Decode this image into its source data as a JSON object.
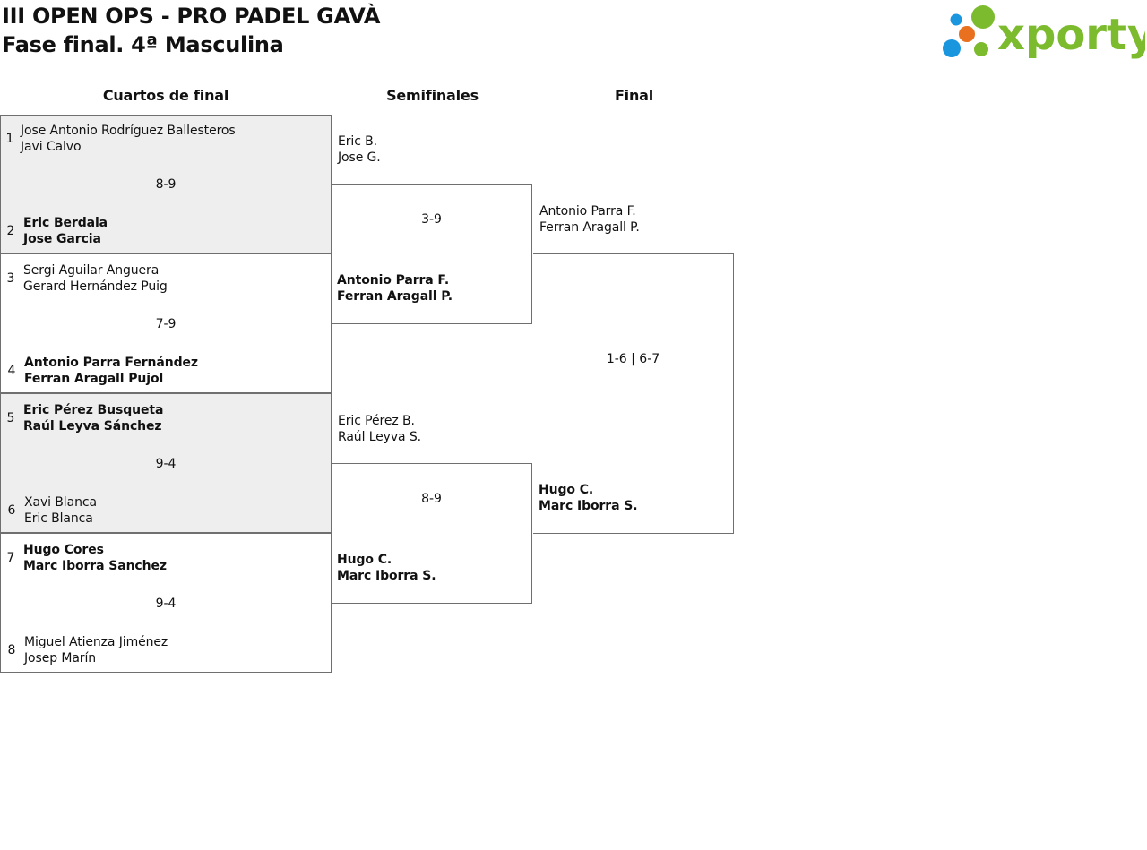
{
  "header": {
    "title": "III OPEN OPS - PRO PADEL GAVÀ",
    "subtitle": "Fase final. 4ª Masculina",
    "logo_text": "xporty"
  },
  "rounds": {
    "quarterfinals": "Cuartos de final",
    "semifinals": "Semifinales",
    "final": "Final"
  },
  "quarterfinals": [
    {
      "score": "8-9",
      "top": {
        "seed": "1",
        "p1": "Jose Antonio Rodríguez Ballesteros",
        "p2": "Javi Calvo",
        "winner": false
      },
      "bottom": {
        "seed": "2",
        "p1": "Eric Berdala",
        "p2": "Jose Garcia",
        "winner": true
      }
    },
    {
      "score": "7-9",
      "top": {
        "seed": "3",
        "p1": "Sergi Aguilar Anguera",
        "p2": "Gerard Hernández Puig",
        "winner": false
      },
      "bottom": {
        "seed": "4",
        "p1": "Antonio Parra Fernández",
        "p2": "Ferran Aragall Pujol",
        "winner": true
      }
    },
    {
      "score": "9-4",
      "top": {
        "seed": "5",
        "p1": "Eric Pérez Busqueta",
        "p2": "Raúl Leyva Sánchez",
        "winner": true
      },
      "bottom": {
        "seed": "6",
        "p1": "Xavi Blanca",
        "p2": "Eric Blanca",
        "winner": false
      }
    },
    {
      "score": "9-4",
      "top": {
        "seed": "7",
        "p1": "Hugo Cores",
        "p2": "Marc Iborra Sanchez",
        "winner": true
      },
      "bottom": {
        "seed": "8",
        "p1": "Miguel Atienza Jiménez",
        "p2": "Josep Marín",
        "winner": false
      }
    }
  ],
  "semifinals": [
    {
      "score": "3-9",
      "top": {
        "p1": "Eric B.",
        "p2": "Jose G.",
        "winner": false
      },
      "bottom": {
        "p1": "Antonio Parra F.",
        "p2": "Ferran Aragall P.",
        "winner": true
      }
    },
    {
      "score": "8-9",
      "top": {
        "p1": "Eric Pérez B.",
        "p2": "Raúl Leyva S.",
        "winner": false
      },
      "bottom": {
        "p1": "Hugo C.",
        "p2": "Marc Iborra S.",
        "winner": true
      }
    }
  ],
  "final": {
    "score": "1-6 | 6-7",
    "top": {
      "p1": "Antonio Parra F.",
      "p2": "Ferran Aragall P.",
      "winner": false
    },
    "bottom": {
      "p1": "Hugo C.",
      "p2": "Marc Iborra S.",
      "winner": true
    }
  },
  "colors": {
    "logo_green": "#7cbb2d",
    "logo_orange": "#e8701e",
    "logo_blue": "#1a96de",
    "shaded_bg": "#eeeeee",
    "border": "#6f6f6f"
  }
}
